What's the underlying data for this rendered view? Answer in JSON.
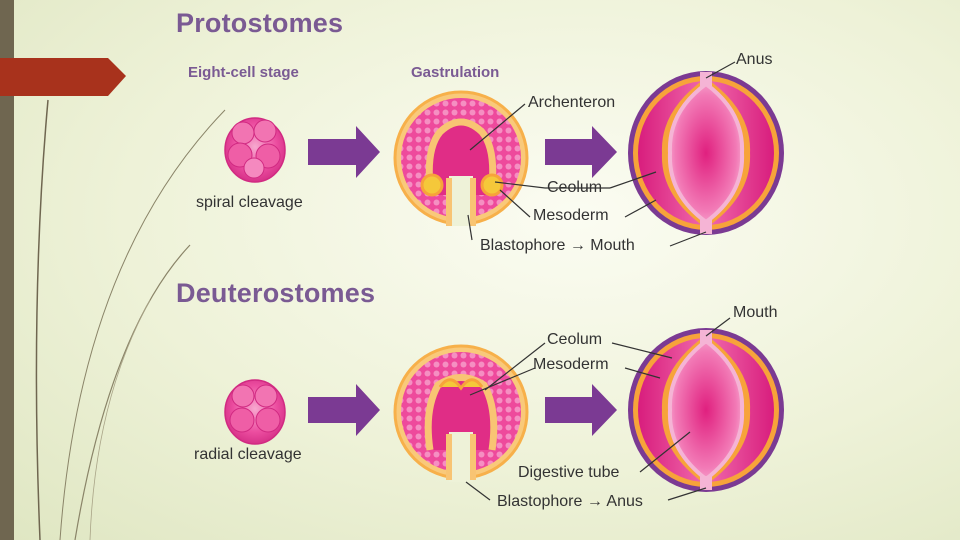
{
  "colors": {
    "title": "#7a5a93",
    "arrow": "#7b3a93",
    "cell_pink": "#e8348f",
    "mesoderm": "#f7a33a",
    "outline": "#7b3a93"
  },
  "protostomes": {
    "title": "Protostomes",
    "stage1": "Eight-cell stage",
    "stage2": "Gastrulation",
    "cleavage": "spiral cleavage",
    "labels": {
      "anus": "Anus",
      "archenteron": "Archenteron",
      "ceolum": "Ceolum",
      "mesoderm": "Mesoderm",
      "blastophore": "Blastophore",
      "mouth": "Mouth"
    }
  },
  "deuterostomes": {
    "title": "Deuterostomes",
    "cleavage": "radial cleavage",
    "labels": {
      "mouth": "Mouth",
      "ceolum": "Ceolum",
      "mesoderm": "Mesoderm",
      "digestive_tube": "Digestive tube",
      "blastophore": "Blastophore",
      "anus": "Anus"
    }
  },
  "icons": {
    "arrow_glyph": "→"
  }
}
